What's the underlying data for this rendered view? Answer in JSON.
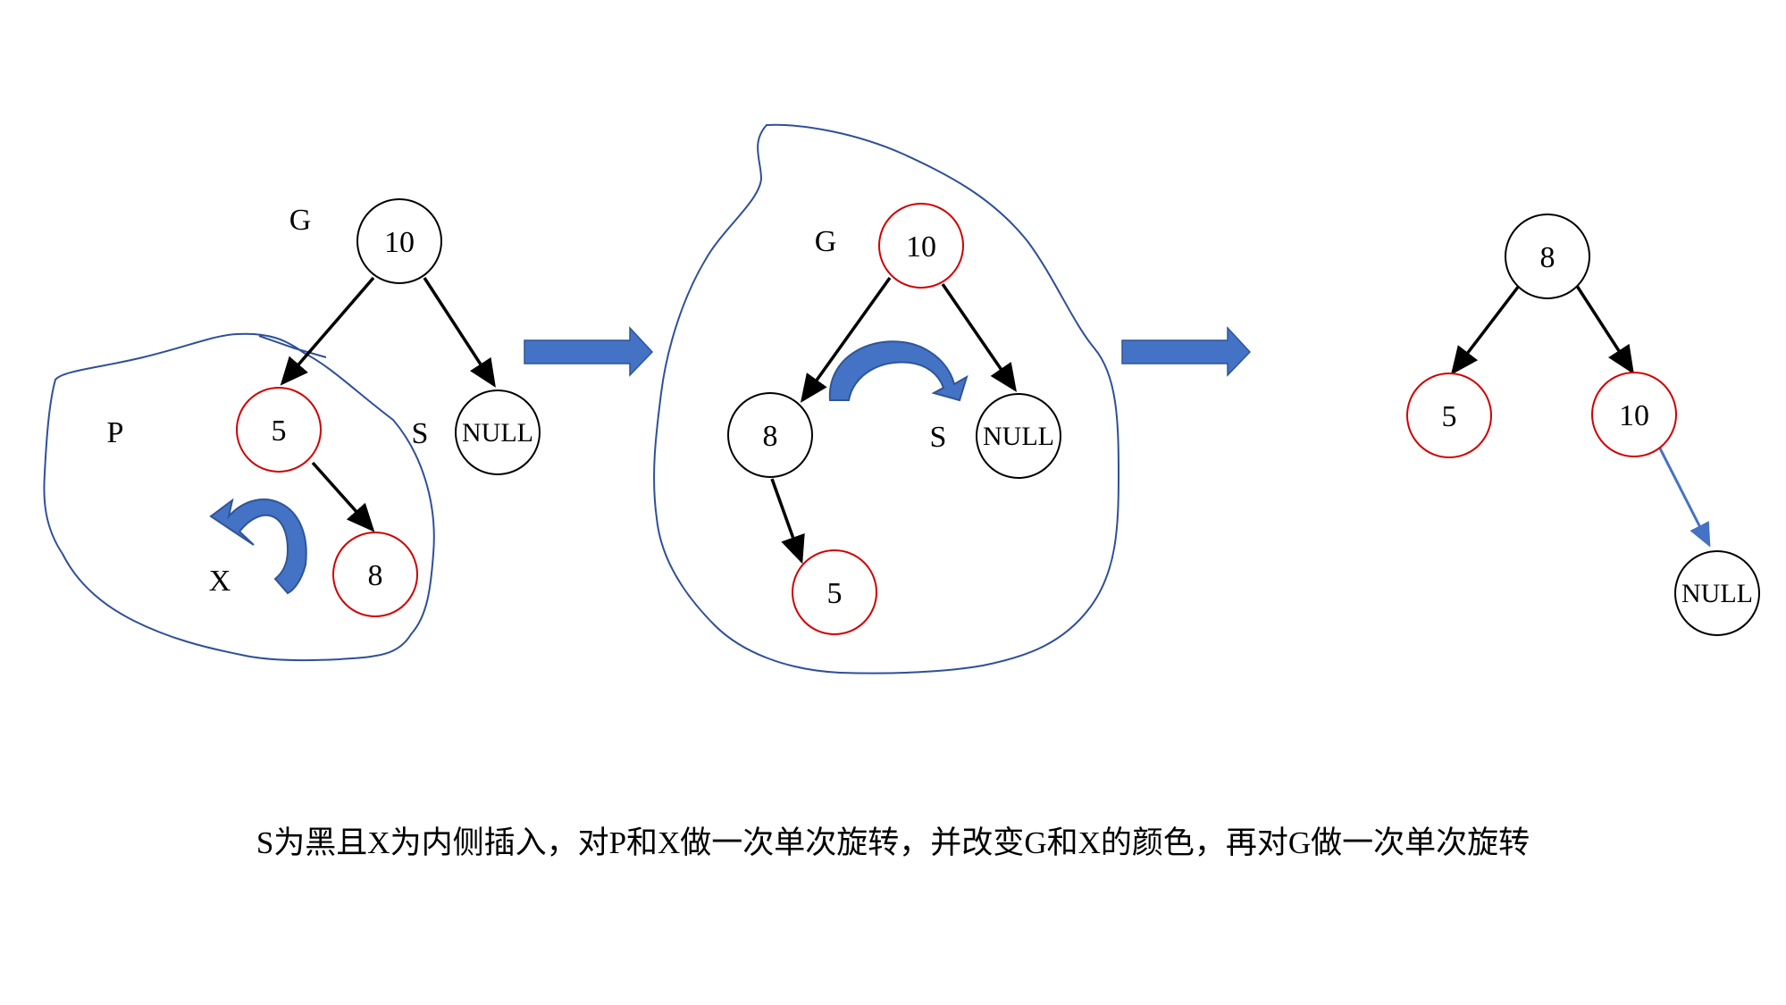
{
  "colors": {
    "black_node": "#000000",
    "red_node": "#d10000",
    "edge": "#000000",
    "highlight_edge": "#4472c4",
    "outline": "#2f4f9a",
    "arrow_fill": "#4472c4",
    "background": "#ffffff"
  },
  "panels": [
    {
      "name": "before",
      "nodes": [
        {
          "id": "g",
          "label": "10",
          "color": "black"
        },
        {
          "id": "p",
          "label": "5",
          "color": "red"
        },
        {
          "id": "s",
          "label": "NULL",
          "color": "black"
        },
        {
          "id": "x",
          "label": "8",
          "color": "red"
        }
      ],
      "role_labels": [
        "G",
        "P",
        "S",
        "X"
      ],
      "rotation": "counter-clockwise"
    },
    {
      "name": "after-first-rotation",
      "nodes": [
        {
          "id": "g",
          "label": "10",
          "color": "red"
        },
        {
          "id": "x",
          "label": "8",
          "color": "black"
        },
        {
          "id": "s",
          "label": "NULL",
          "color": "black"
        },
        {
          "id": "p",
          "label": "5",
          "color": "red"
        }
      ],
      "role_labels": [
        "G",
        "S"
      ],
      "rotation": "clockwise"
    },
    {
      "name": "final",
      "nodes": [
        {
          "id": "root",
          "label": "8",
          "color": "black"
        },
        {
          "id": "left",
          "label": "5",
          "color": "red"
        },
        {
          "id": "right",
          "label": "10",
          "color": "red"
        },
        {
          "id": "null",
          "label": "NULL",
          "color": "black"
        }
      ],
      "role_labels": []
    }
  ],
  "caption": "S为黑且X为内侧插入，对P和X做一次单次旋转，并改变G和X的颜色，再对G做一次单次旋转"
}
